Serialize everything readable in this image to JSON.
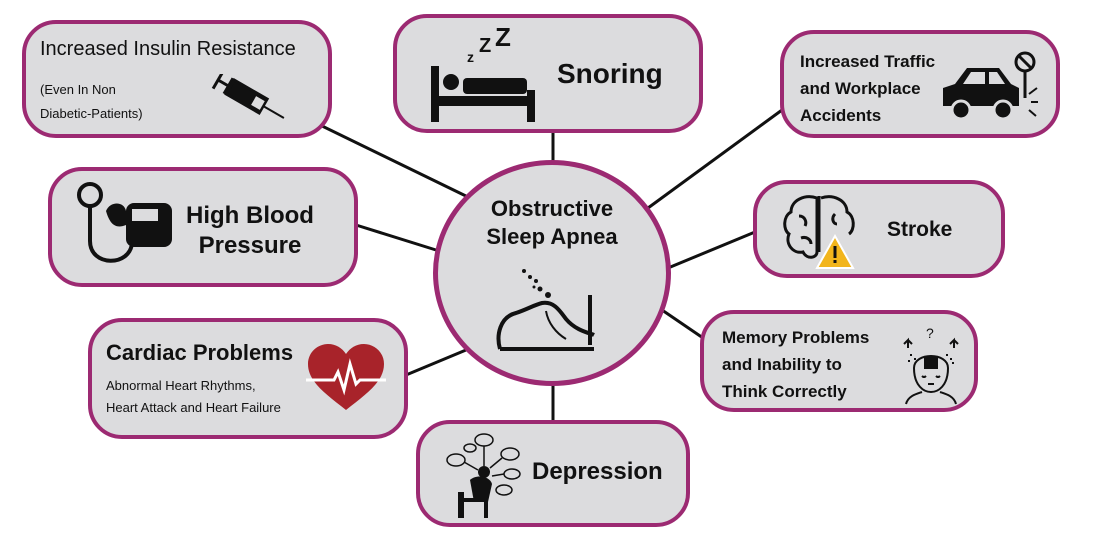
{
  "center": {
    "title_line1": "Obstructive",
    "title_line2": "Sleep Apnea",
    "icon": "sleeping-airway-icon"
  },
  "nodes": {
    "insulin": {
      "title": "Increased Insulin Resistance",
      "note_line1": "(Even In Non",
      "note_line2": "Diabetic-Patients)",
      "icon": "syringe-icon"
    },
    "snoring": {
      "title": "Snoring",
      "icon": "sleeping-bed-icon"
    },
    "traffic": {
      "line1": "Increased Traffic",
      "line2": "and Workplace",
      "line3": "Accidents",
      "icon": "car-crash-icon"
    },
    "blood_pressure": {
      "line1": "High Blood",
      "line2": "Pressure",
      "icon": "blood-pressure-cuff-icon"
    },
    "stroke": {
      "title": "Stroke",
      "icon": "brain-warning-icon"
    },
    "cardiac": {
      "title": "Cardiac Problems",
      "note_line1": "Abnormal Heart Rhythms,",
      "note_line2": "Heart Attack and Heart Failure",
      "icon": "heart-pulse-icon"
    },
    "memory": {
      "line1": "Memory Problems",
      "line2": "and Inability to",
      "line3": "Think Correctly",
      "icon": "confused-head-icon"
    },
    "depression": {
      "title": "Depression",
      "icon": "depressed-person-icon"
    }
  },
  "colors": {
    "border": "#9c2a72",
    "fill": "#dcdcde",
    "heart": "#a8232a",
    "warning": "#f2b51c"
  }
}
